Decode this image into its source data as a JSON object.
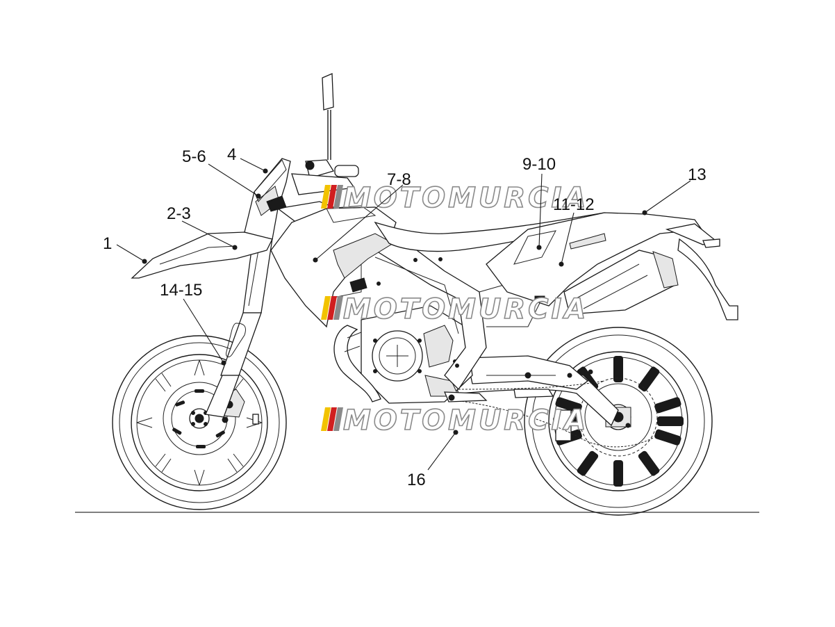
{
  "callouts": [
    {
      "id": "c1",
      "text": "1"
    },
    {
      "id": "c2",
      "text": "2-3"
    },
    {
      "id": "c3",
      "text": "5-6"
    },
    {
      "id": "c4",
      "text": "4"
    },
    {
      "id": "c5",
      "text": "7-8"
    },
    {
      "id": "c6",
      "text": "9-10"
    },
    {
      "id": "c7",
      "text": "11-12"
    },
    {
      "id": "c8",
      "text": "13"
    },
    {
      "id": "c9",
      "text": "14-15"
    },
    {
      "id": "c10",
      "text": "16"
    }
  ],
  "watermark": {
    "text": "MOTOMURCIA",
    "stripe_colors": [
      "#f2c200",
      "#d01f1f",
      "#8a8a8a"
    ]
  }
}
